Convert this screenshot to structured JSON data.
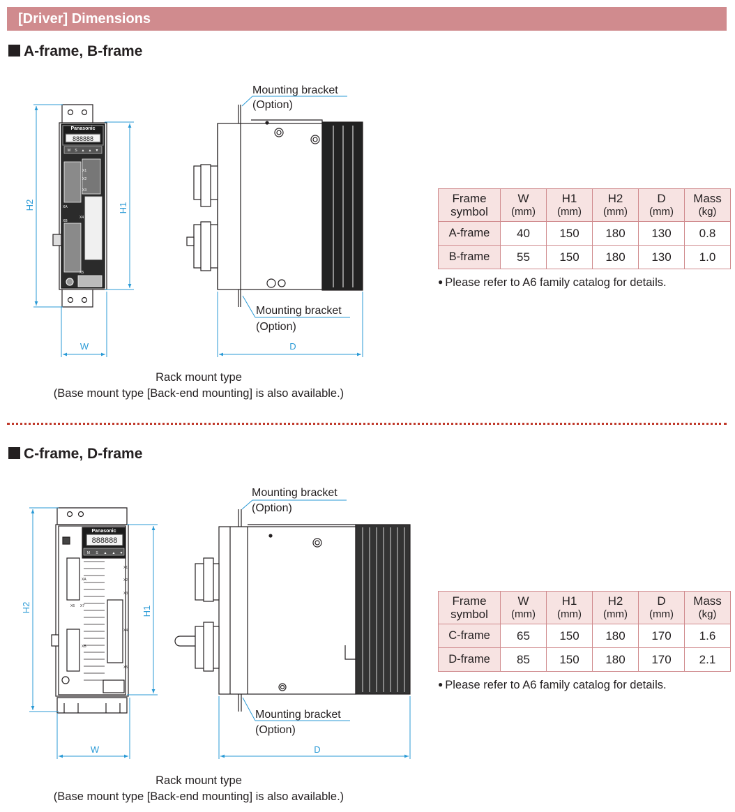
{
  "header": {
    "title": "[Driver] Dimensions"
  },
  "sections": [
    {
      "title": "A-frame, B-frame",
      "drawing": {
        "brand": "Panasonic",
        "display": "888888",
        "keys": [
          "M",
          "S",
          "▲",
          "▲",
          "▼"
        ],
        "connectors": [
          "X1",
          "X2",
          "X3",
          "X4",
          "X5",
          "XA",
          "XB"
        ],
        "dim_h2": "H2",
        "dim_h1": "H1",
        "dim_w": "W",
        "dim_d": "D",
        "bracket_top": [
          "Mounting bracket",
          "(Option)"
        ],
        "bracket_bottom": [
          "Mounting bracket",
          "(Option)"
        ]
      },
      "caption": [
        "Rack mount type",
        "(Base mount type [Back-end mounting] is also available.)"
      ],
      "table": {
        "headers": [
          {
            "label": "Frame",
            "sub": "symbol"
          },
          {
            "label": "W",
            "sub": "(mm)"
          },
          {
            "label": "H1",
            "sub": "(mm)"
          },
          {
            "label": "H2",
            "sub": "(mm)"
          },
          {
            "label": "D",
            "sub": "(mm)"
          },
          {
            "label": "Mass",
            "sub": "(kg)"
          }
        ],
        "rows": [
          [
            "A-frame",
            "40",
            "150",
            "180",
            "130",
            "0.8"
          ],
          [
            "B-frame",
            "55",
            "150",
            "180",
            "130",
            "1.0"
          ]
        ]
      },
      "note": "Please refer to A6 family catalog for details."
    },
    {
      "title": "C-frame, D-frame",
      "drawing": {
        "brand": "Panasonic",
        "display": "888888",
        "keys": [
          "M",
          "S",
          "▲",
          "▲",
          "▼"
        ],
        "connectors": [
          "X1",
          "X2",
          "X3",
          "X4",
          "X5",
          "X6",
          "X7",
          "XA",
          "XB"
        ],
        "dim_h2": "H2",
        "dim_h1": "H1",
        "dim_w": "W",
        "dim_d": "D",
        "bracket_top": [
          "Mounting bracket",
          "(Option)"
        ],
        "bracket_bottom": [
          "Mounting bracket",
          "(Option)"
        ]
      },
      "caption": [
        "Rack mount type",
        "(Base mount type [Back-end mounting] is also available.)"
      ],
      "table": {
        "headers": [
          {
            "label": "Frame",
            "sub": "symbol"
          },
          {
            "label": "W",
            "sub": "(mm)"
          },
          {
            "label": "H1",
            "sub": "(mm)"
          },
          {
            "label": "H2",
            "sub": "(mm)"
          },
          {
            "label": "D",
            "sub": "(mm)"
          },
          {
            "label": "Mass",
            "sub": "(kg)"
          }
        ],
        "rows": [
          [
            "C-frame",
            "65",
            "150",
            "180",
            "170",
            "1.6"
          ],
          [
            "D-frame",
            "85",
            "150",
            "180",
            "170",
            "2.1"
          ]
        ]
      },
      "note": "Please refer to A6 family catalog for details."
    }
  ],
  "colors": {
    "accent": "#d08b8e",
    "accent_light": "#f7e3e2",
    "dimension": "#2a9ad6",
    "separator": "#c0392b"
  }
}
